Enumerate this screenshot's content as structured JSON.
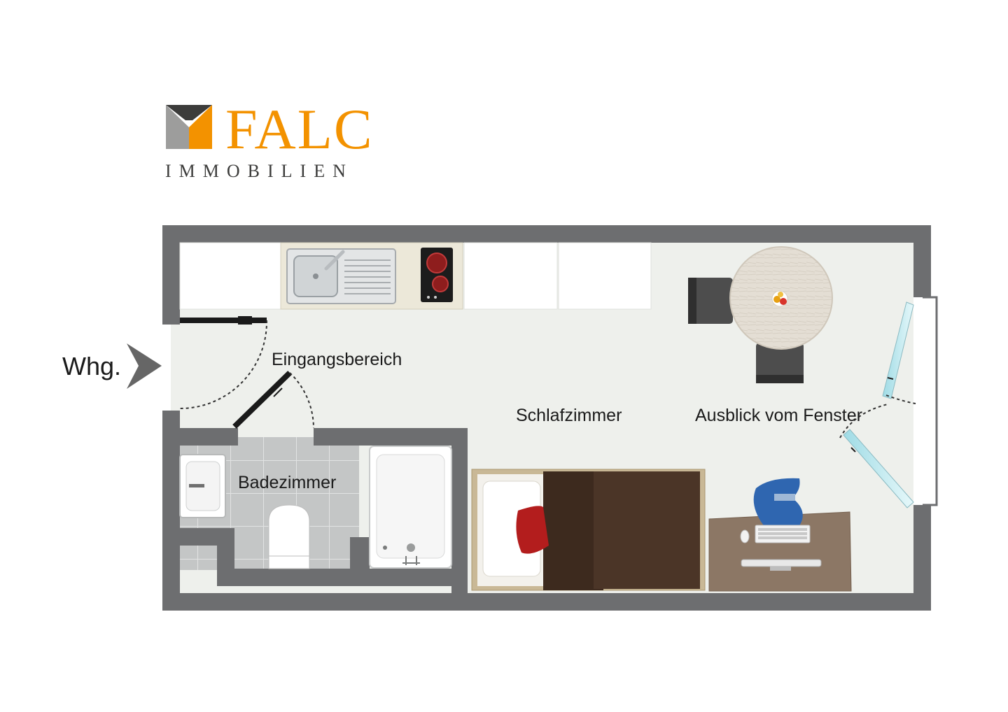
{
  "logo": {
    "name": "FALC",
    "tagline": "IMMOBILIEN",
    "colors": {
      "orange": "#f39200",
      "dark": "#3c3c3b",
      "grey": "#9d9d9c"
    }
  },
  "entrance": {
    "label": "Whg.",
    "arrow_icon": "entry-arrow-icon"
  },
  "rooms": {
    "entry": "Eingangsbereich",
    "bedroom": "Schlafzimmer",
    "bathroom": "Badezimmer",
    "window_view": "Ausblick vom Fenster"
  },
  "colors": {
    "wall": "#6d6e70",
    "floor": "#eef0ec",
    "tile": "#c4c6c6",
    "counter": "#ece8d9",
    "duvet": "#4b3527",
    "pillow": "#b31d1d",
    "desk": "#8c7765",
    "chair_blue": "#2f66b0",
    "glass": "#bfe8ee"
  }
}
